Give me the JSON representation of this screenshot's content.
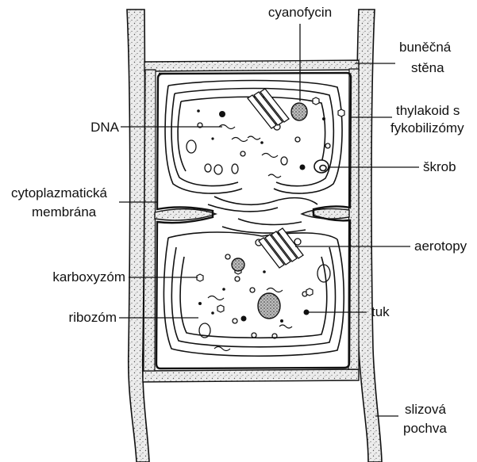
{
  "labels": {
    "cyanofycin": "cyanofycin",
    "bunecna_stena_1": "buněčná",
    "bunecna_stena_2": "stěna",
    "thylakoid_1": "thylakoid s",
    "thylakoid_2": "fykobilizómy",
    "dna": "DNA",
    "skrob": "škrob",
    "cytoplazmaticka_1": "cytoplazmatická",
    "cytoplazmaticka_2": "membrána",
    "aerotopy": "aerotopy",
    "karboxyzom": "karboxyzóm",
    "ribozom": "ribozóm",
    "tuk": "tuk",
    "slizova_1": "slizová",
    "slizova_2": "pochva"
  }
}
